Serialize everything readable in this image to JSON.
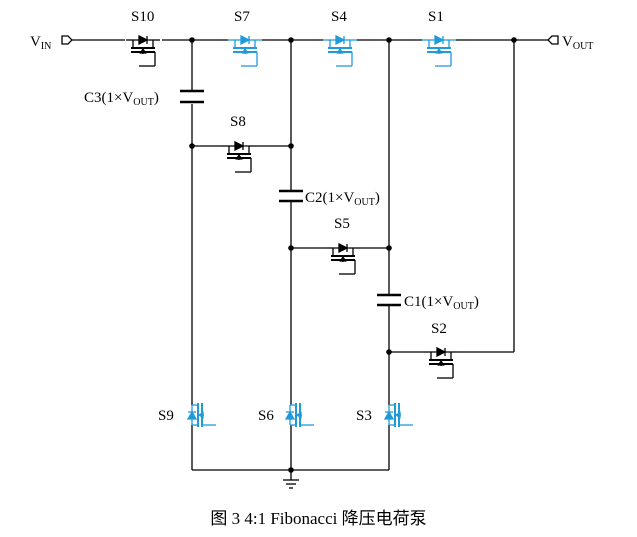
{
  "caption": "图 3 4:1 Fibonacci 降压电荷泵",
  "colors": {
    "wire": "#000000",
    "switch_black": "#000000",
    "switch_blue": "#1f9bd8"
  },
  "terminals": {
    "vin": {
      "main": "V",
      "sub": "IN"
    },
    "vout": {
      "main": "V",
      "sub": "OUT"
    }
  },
  "switches": [
    {
      "id": "S10",
      "label": "S10",
      "color": "black"
    },
    {
      "id": "S7",
      "label": "S7",
      "color": "blue"
    },
    {
      "id": "S4",
      "label": "S4",
      "color": "blue"
    },
    {
      "id": "S1",
      "label": "S1",
      "color": "blue"
    },
    {
      "id": "S8",
      "label": "S8",
      "color": "black"
    },
    {
      "id": "S5",
      "label": "S5",
      "color": "black"
    },
    {
      "id": "S2",
      "label": "S2",
      "color": "black"
    },
    {
      "id": "S9",
      "label": "S9",
      "color": "blue"
    },
    {
      "id": "S6",
      "label": "S6",
      "color": "blue"
    },
    {
      "id": "S3",
      "label": "S3",
      "color": "blue"
    }
  ],
  "capacitors": [
    {
      "id": "C3",
      "prefix": "C3(1×V",
      "sub": "OUT",
      "suffix": ")"
    },
    {
      "id": "C2",
      "prefix": "C2(1×V",
      "sub": "OUT",
      "suffix": ")"
    },
    {
      "id": "C1",
      "prefix": "C1(1×V",
      "sub": "OUT",
      "suffix": ")"
    }
  ]
}
